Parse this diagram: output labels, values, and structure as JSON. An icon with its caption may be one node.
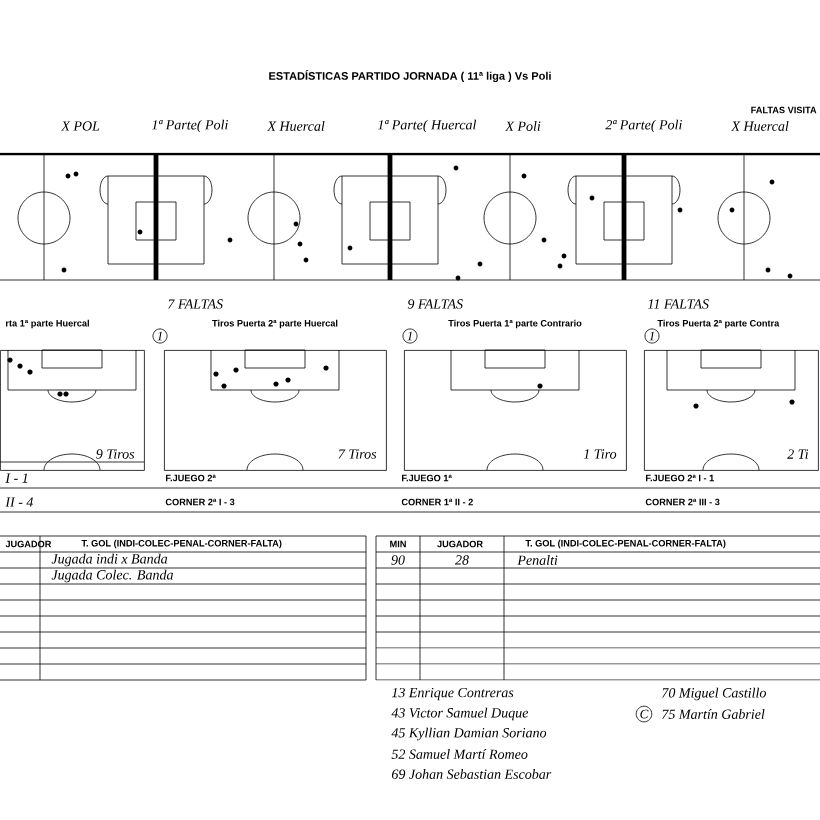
{
  "diagram": {
    "title": "ESTADÍSTICAS PARTIDO JORNADA ( 11ª liga ) Vs Poli",
    "nodes": [
      {
        "text": [
          "rta 1ª parte Huercal",
          "9 Tiros"
        ]
      },
      {
        "text": [
          "Tiros Puerta 2ª parte Huercal",
          "7 Tiros"
        ]
      },
      {
        "text": [
          "Tiros Puerta 1ª parte Contrario",
          "1 Tiro"
        ]
      },
      {
        "text": [
          "Tiros Puerta 2ª parte Contra",
          "2 Ti"
        ]
      }
    ],
    "labels": [
      "X POL",
      "1ª Parte( Poli",
      "X Huercal",
      "1ª Parte( Huercal",
      "X Poli",
      "2ª Parte( Poli",
      "X Huercal",
      "FALTAS VISITA",
      "7 FALTAS",
      "9 FALTAS",
      "11 FALTAS",
      "1",
      "1",
      "1",
      "I - 1",
      "F.JUEGO 2ª",
      "F.JUEGO 1ª",
      "F.JUEGO 2ª I - 1",
      "II - 4",
      "CORNER 2ª I - 3",
      "CORNER 1ª II - 2",
      "CORNER 2ª III - 3",
      "JUGADOR",
      "T. GOL (INDI-COLEC-PENAL-CORNER-FALTA)",
      "MIN",
      "JUGADOR",
      "T. GOL (INDI-COLEC-PENAL-CORNER-FALTA)",
      "Jugada indi x Banda",
      "90",
      "28",
      "Penalti",
      "Jugada Colec. Banda",
      "13 Enrique Contreras",
      "43 Victor Samuel Duque",
      "45 Kyllian Damian Soriano",
      "52 Samuel Martí Romeo",
      "69 Johan Sebastian Escobar",
      "70 Miguel Castillo",
      "C",
      "75 Martín Gabriel"
    ]
  }
}
